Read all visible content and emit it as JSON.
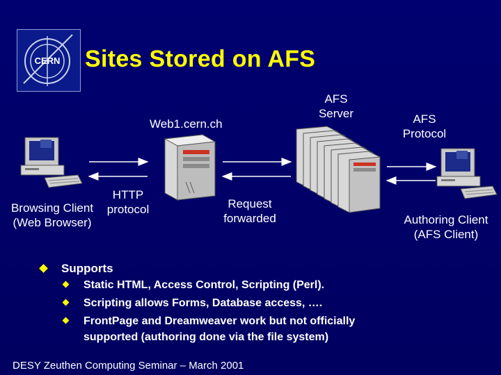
{
  "slide": {
    "title": "Sites Stored on AFS",
    "logo_text": "CERN",
    "footer": "DESY Zeuthen Computing Seminar – March 2001"
  },
  "diagram": {
    "web_server_label": "Web1.cern.ch",
    "afs_server_label_1": "AFS",
    "afs_server_label_2": "Server",
    "afs_protocol_label_1": "AFS",
    "afs_protocol_label_2": "Protocol",
    "browsing_client_label_1": "Browsing Client",
    "browsing_client_label_2": "(Web Browser)",
    "http_label_1": "HTTP",
    "http_label_2": "protocol",
    "request_label_1": "Request",
    "request_label_2": "forwarded",
    "authoring_client_label_1": "Authoring Client",
    "authoring_client_label_2": "(AFS Client)"
  },
  "bullets": {
    "main": "Supports",
    "sub": [
      "Static HTML, Access Control, Scripting (Perl).",
      "Scripting allows Forms, Database access, ….",
      "FrontPage and Dreamweaver work but not officially"
    ],
    "sub_continuation": "supported (authoring done via the file system)"
  },
  "colors": {
    "background": "#000066",
    "title": "#ffff00",
    "text": "#ffffff",
    "bullet": "#ffff00"
  }
}
